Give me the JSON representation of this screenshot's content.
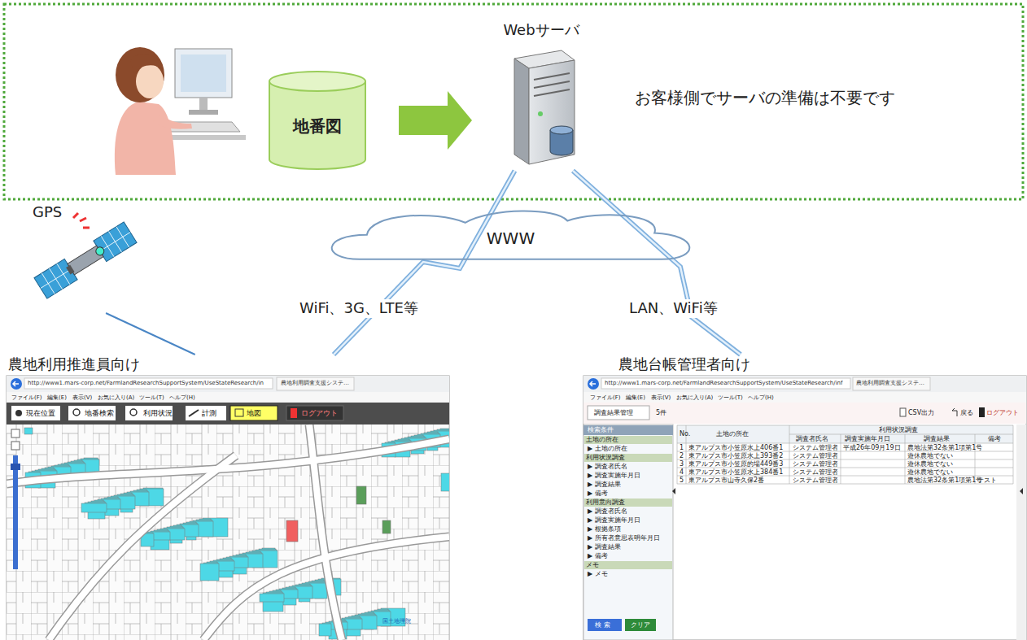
{
  "diagram": {
    "nodes": [
      {
        "text": [
          "地番図"
        ]
      },
      {
        "text": [
          "Webサーバ"
        ]
      },
      {
        "text": [
          "GPS"
        ]
      },
      {
        "text": [
          "WWW"
        ]
      },
      {
        "text": [
          "農地利用推進員向け"
        ]
      },
      {
        "text": [
          "農地台帳管理者向け"
        ]
      }
    ],
    "edges": [
      {
        "from": 0,
        "to": 1,
        "arrow": "to"
      },
      {
        "from": 1,
        "to": 4,
        "arrow": "none",
        "label": "WiFi、3G、LTE等"
      },
      {
        "from": 1,
        "to": 5,
        "arrow": "none",
        "label": "LAN、WiFi等"
      },
      {
        "from": 2,
        "to": 4,
        "arrow": "none"
      }
    ],
    "labels": [
      "お客様側でサーバの準備は不要です",
      "http://www1.mars-corp.net/FarmlandResearchSupportSystem/UseStateResearch/in",
      "農地利用調査支援システ…",
      "ファイル(F)",
      "編集(E)",
      "表示(V)",
      "お気に入り(A)",
      "ツール(T)",
      "ヘルプ(H)",
      "現在位置",
      "地番検索",
      "利用状況",
      "計測",
      "地図",
      "ログアウト",
      "国土地理院",
      "http://www1.mars-corp.net/FarmlandResearchSupportSystem/UseStateResearch/inf",
      "農地利用調査支援システ…",
      "ファイル(F)",
      "編集(E)",
      "表示(V)",
      "お気に入り(A)",
      "ツール(T)",
      "ヘルプ(H)",
      "調査結果管理",
      "5件",
      "CSV出力",
      "戻る",
      "ログアウト",
      "検索条件",
      "土地の所在",
      "▶ 土地の所在",
      "利用状況調査",
      "▶ 調査者氏名",
      "▶ 調査実施年月日",
      "▶ 調査結果",
      "▶ 備考",
      "利用意向調査",
      "▶ 調査者氏名",
      "▶ 調査実施年月日",
      "▶ 根拠条項",
      "▶ 所有者意思表明年月日",
      "▶ 調査結果",
      "▶ 備考",
      "メモ",
      "▶ メモ",
      "検 索",
      "クリア",
      "No.",
      "土地の所在",
      "利用状況調査",
      "調査者氏名",
      "調査実施年月日",
      "調査結果",
      "備考",
      "1",
      "東アルプス市小笠原水上406番1",
      "システム管理者",
      "平成26年09月19日",
      "農地法第32条第1項第1号",
      "2",
      "東アルプス市小笠原水上393番2",
      "システム管理者",
      "遊休農地でない",
      "3",
      "東アルプス市小笠原的場449番3",
      "システム管理者",
      "遊休農地でない",
      "4",
      "東アルプス市小笠原水上384番1",
      "システム管理者",
      "遊休農地でない",
      "5",
      "東アルプス市山寺久保2番",
      "システム管理者",
      "農地法第32条第1項第1号",
      "テスト"
    ]
  }
}
